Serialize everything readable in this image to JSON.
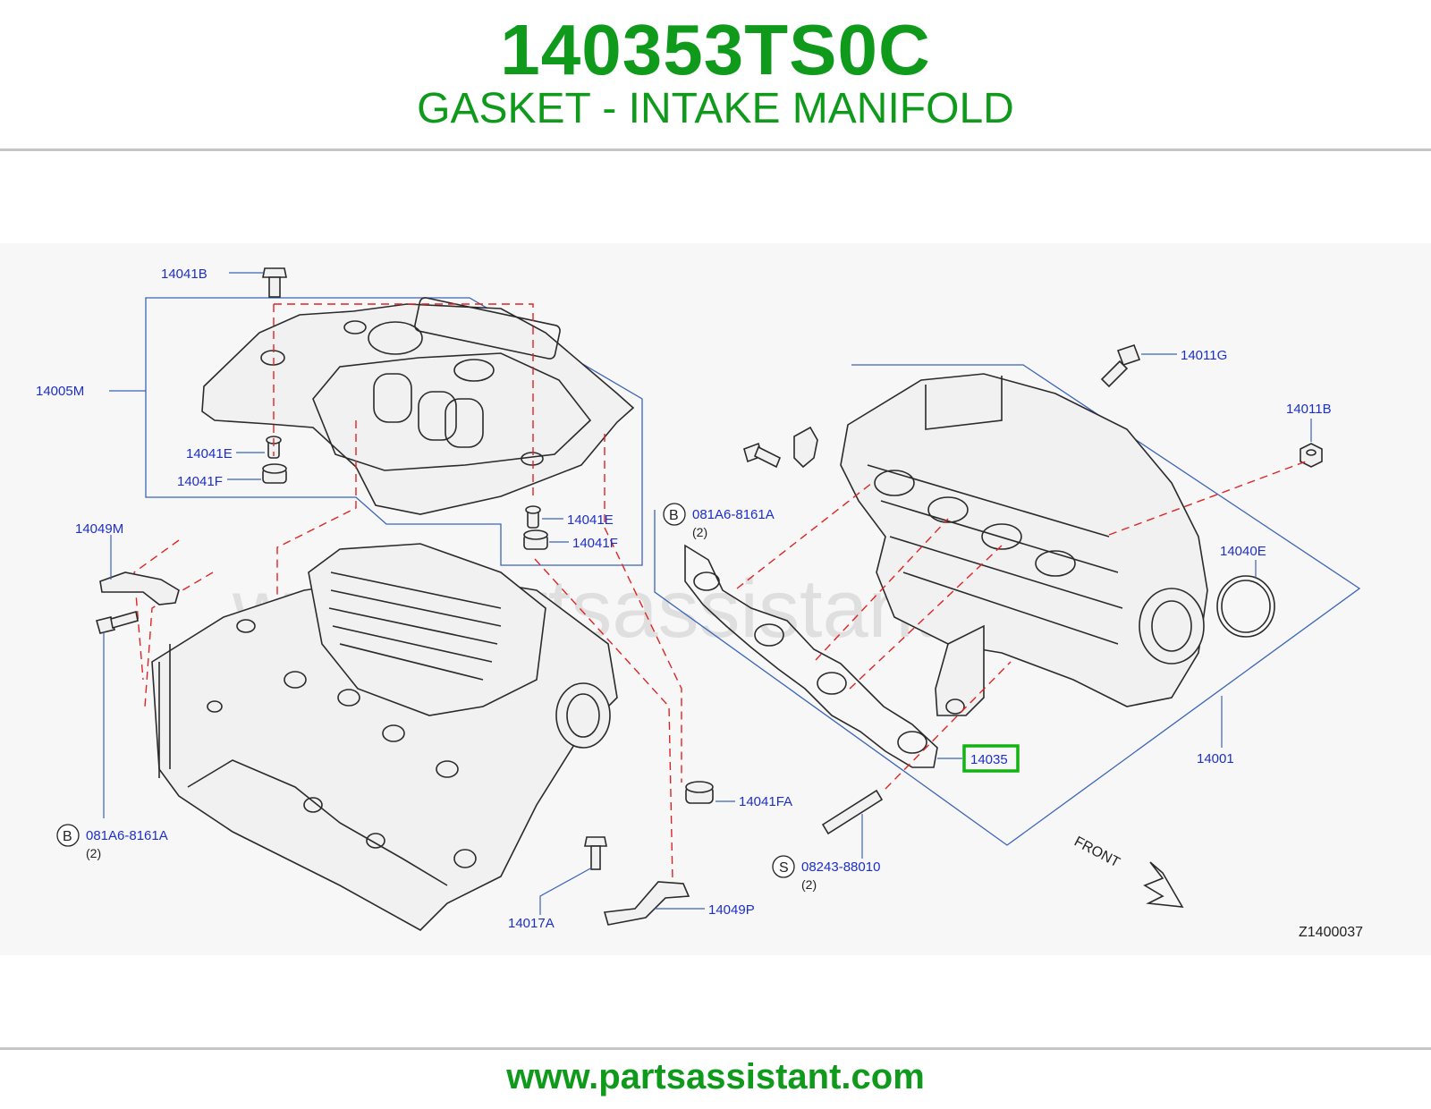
{
  "header": {
    "part_number": "140353TS0C",
    "part_name": "GASKET - INTAKE MANIFOLD"
  },
  "diagram": {
    "watermark": "www.partsassistant.com",
    "reference_code": "Z1400037",
    "front_label": "FRONT",
    "callouts": {
      "c14041B": "14041B",
      "c14005M": "14005M",
      "c14041E_a": "14041E",
      "c14041F_a": "14041F",
      "c14041E_b": "14041E",
      "c14041F_b": "14041F",
      "c14049M": "14049M",
      "c081A6_left": "081A6-8161A",
      "c081A6_left_qty": "(2)",
      "c14017A": "14017A",
      "c14049P": "14049P",
      "c14041FA": "14041FA",
      "c14011G": "14011G",
      "c14011B": "14011B",
      "c081A6_right": "081A6-8161A",
      "c081A6_right_qty": "(2)",
      "c14040E": "14040E",
      "c14035": "14035",
      "c14001": "14001",
      "c08243": "08243-88010",
      "c08243_qty": "(2)"
    },
    "symbols": {
      "b_left": "B",
      "b_right": "B",
      "s": "S"
    },
    "highlight_color": "#13b313"
  },
  "footer": {
    "url": "www.partsassistant.com"
  }
}
